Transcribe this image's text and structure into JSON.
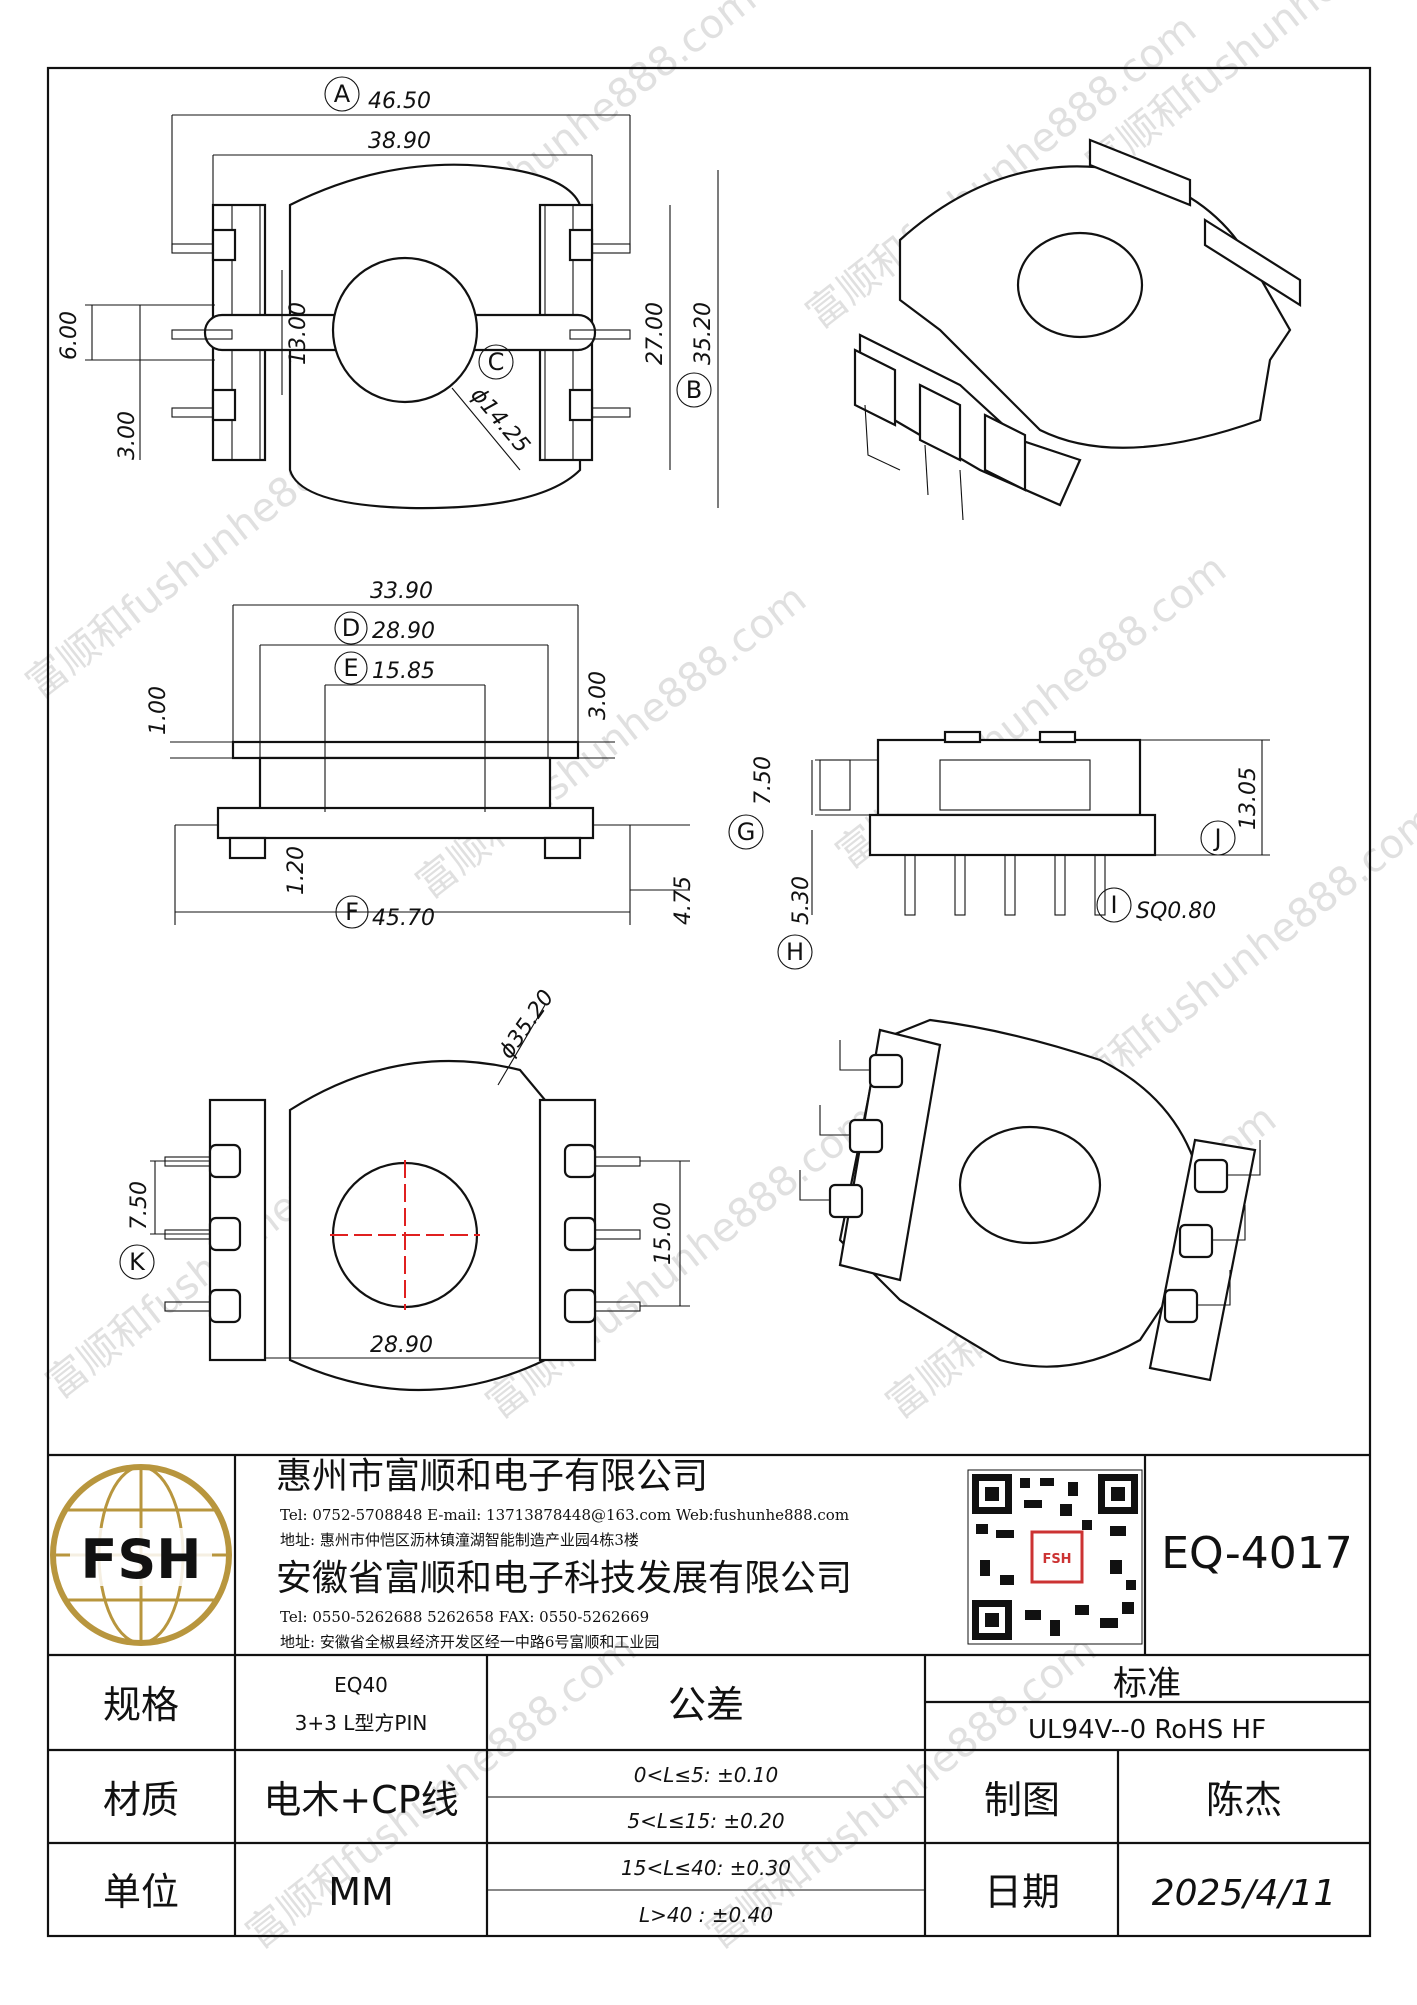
{
  "views": {
    "top": {
      "dimA": "46.50",
      "dimA_tag": "A",
      "w38": "38.90",
      "h600": "6.00",
      "h1300": "13.00",
      "h300": "3.00",
      "h2700": "27.00",
      "h3520": "35.20",
      "dimB_tag": "B",
      "dimC": "ϕ14.25",
      "dimC_tag": "C"
    },
    "side": {
      "w3390": "33.90",
      "dimD": "28.90",
      "dimD_tag": "D",
      "dimE": "15.85",
      "dimE_tag": "E",
      "h100": "1.00",
      "h300": "3.00",
      "h120": "1.20",
      "h475": "4.75",
      "dimF": "45.70",
      "dimF_tag": "F"
    },
    "right": {
      "dimG": "7.50",
      "dimG_tag": "G",
      "dimH": "5.30",
      "dimH_tag": "H",
      "dimI": "SQ0.80",
      "dimI_tag": "I",
      "dimJ": "13.05",
      "dimJ_tag": "J"
    },
    "bottom": {
      "dia": "ϕ35.20",
      "dimK": "7.50",
      "dimK_tag": "K",
      "h1500": "15.00",
      "w2890": "28.90"
    }
  },
  "watermark": {
    "text": "富顺和fushunhe888.com"
  },
  "title_block": {
    "logo": "FSH",
    "company1": "惠州市富顺和电子有限公司",
    "company1_contact": "Tel: 0752-5708848  E-mail: 13713878448@163.com  Web:fushunhe888.com",
    "company1_addr": "地址: 惠州市仲恺区沥林镇潼湖智能制造产业园4栋3楼",
    "company2": "安徽省富顺和电子科技发展有限公司",
    "company2_contact": "Tel: 0550-5262688  5262658     FAX: 0550-5262669",
    "company2_addr": "地址: 安徽省全椒县经济开发区经一中路6号富顺和工业园",
    "qr_label": "FSH",
    "part_no": "EQ-4017",
    "spec_label": "规格",
    "spec_value_1": "EQ40",
    "spec_value_2": "3+3 L型方PIN",
    "tolerance_label": "公差",
    "standard_label": "标准",
    "standard_value": "UL94V--0  RoHS HF",
    "material_label": "材质",
    "material_value": "电木+CP线",
    "tol_1": "0<L≤5: ±0.10",
    "tol_2": "5<L≤15: ±0.20",
    "tol_3": "15<L≤40: ±0.30",
    "tol_4": "L>40 :  ±0.40",
    "drawn_label": "制图",
    "drawn_value": "陈杰",
    "unit_label": "单位",
    "unit_value": "MM",
    "date_label": "日期",
    "date_value": "2025/4/11"
  }
}
